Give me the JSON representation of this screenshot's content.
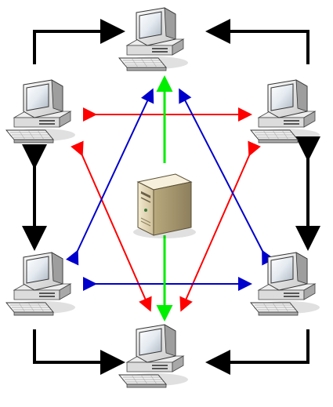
{
  "diagram": {
    "nodes": [
      {
        "id": "pc-top",
        "kind": "workstation"
      },
      {
        "id": "pc-upper-left",
        "kind": "workstation"
      },
      {
        "id": "pc-upper-right",
        "kind": "workstation"
      },
      {
        "id": "pc-lower-left",
        "kind": "workstation"
      },
      {
        "id": "pc-lower-right",
        "kind": "workstation"
      },
      {
        "id": "pc-bottom",
        "kind": "workstation"
      },
      {
        "id": "server-center",
        "kind": "server"
      }
    ],
    "link_colors": {
      "outer_ring": "#000000",
      "red": "#ff0000",
      "blue": "#0000cc",
      "green": "#00ee00"
    },
    "links": [
      {
        "from": "pc-upper-left",
        "to": "pc-top",
        "color": "outer_ring",
        "shape": "elbow"
      },
      {
        "from": "pc-upper-right",
        "to": "pc-top",
        "color": "outer_ring",
        "shape": "elbow"
      },
      {
        "from": "pc-upper-left",
        "to": "pc-lower-left",
        "color": "outer_ring",
        "shape": "straight",
        "direction": "both"
      },
      {
        "from": "pc-upper-right",
        "to": "pc-lower-right",
        "color": "outer_ring",
        "shape": "straight",
        "direction": "both"
      },
      {
        "from": "pc-lower-left",
        "to": "pc-bottom",
        "color": "outer_ring",
        "shape": "elbow"
      },
      {
        "from": "pc-lower-right",
        "to": "pc-bottom",
        "color": "outer_ring",
        "shape": "elbow"
      },
      {
        "from": "pc-upper-left",
        "to": "pc-upper-right",
        "color": "red",
        "direction": "both"
      },
      {
        "from": "pc-upper-left",
        "to": "pc-bottom",
        "color": "red",
        "direction": "both"
      },
      {
        "from": "pc-upper-right",
        "to": "pc-bottom",
        "color": "red",
        "direction": "both"
      },
      {
        "from": "pc-lower-left",
        "to": "pc-lower-right",
        "color": "blue",
        "direction": "both"
      },
      {
        "from": "pc-lower-left",
        "to": "pc-top",
        "color": "blue",
        "direction": "both"
      },
      {
        "from": "pc-lower-right",
        "to": "pc-top",
        "color": "blue",
        "direction": "both"
      },
      {
        "from": "server-center",
        "to": "pc-top",
        "color": "green"
      },
      {
        "from": "server-center",
        "to": "pc-bottom",
        "color": "green"
      }
    ]
  }
}
